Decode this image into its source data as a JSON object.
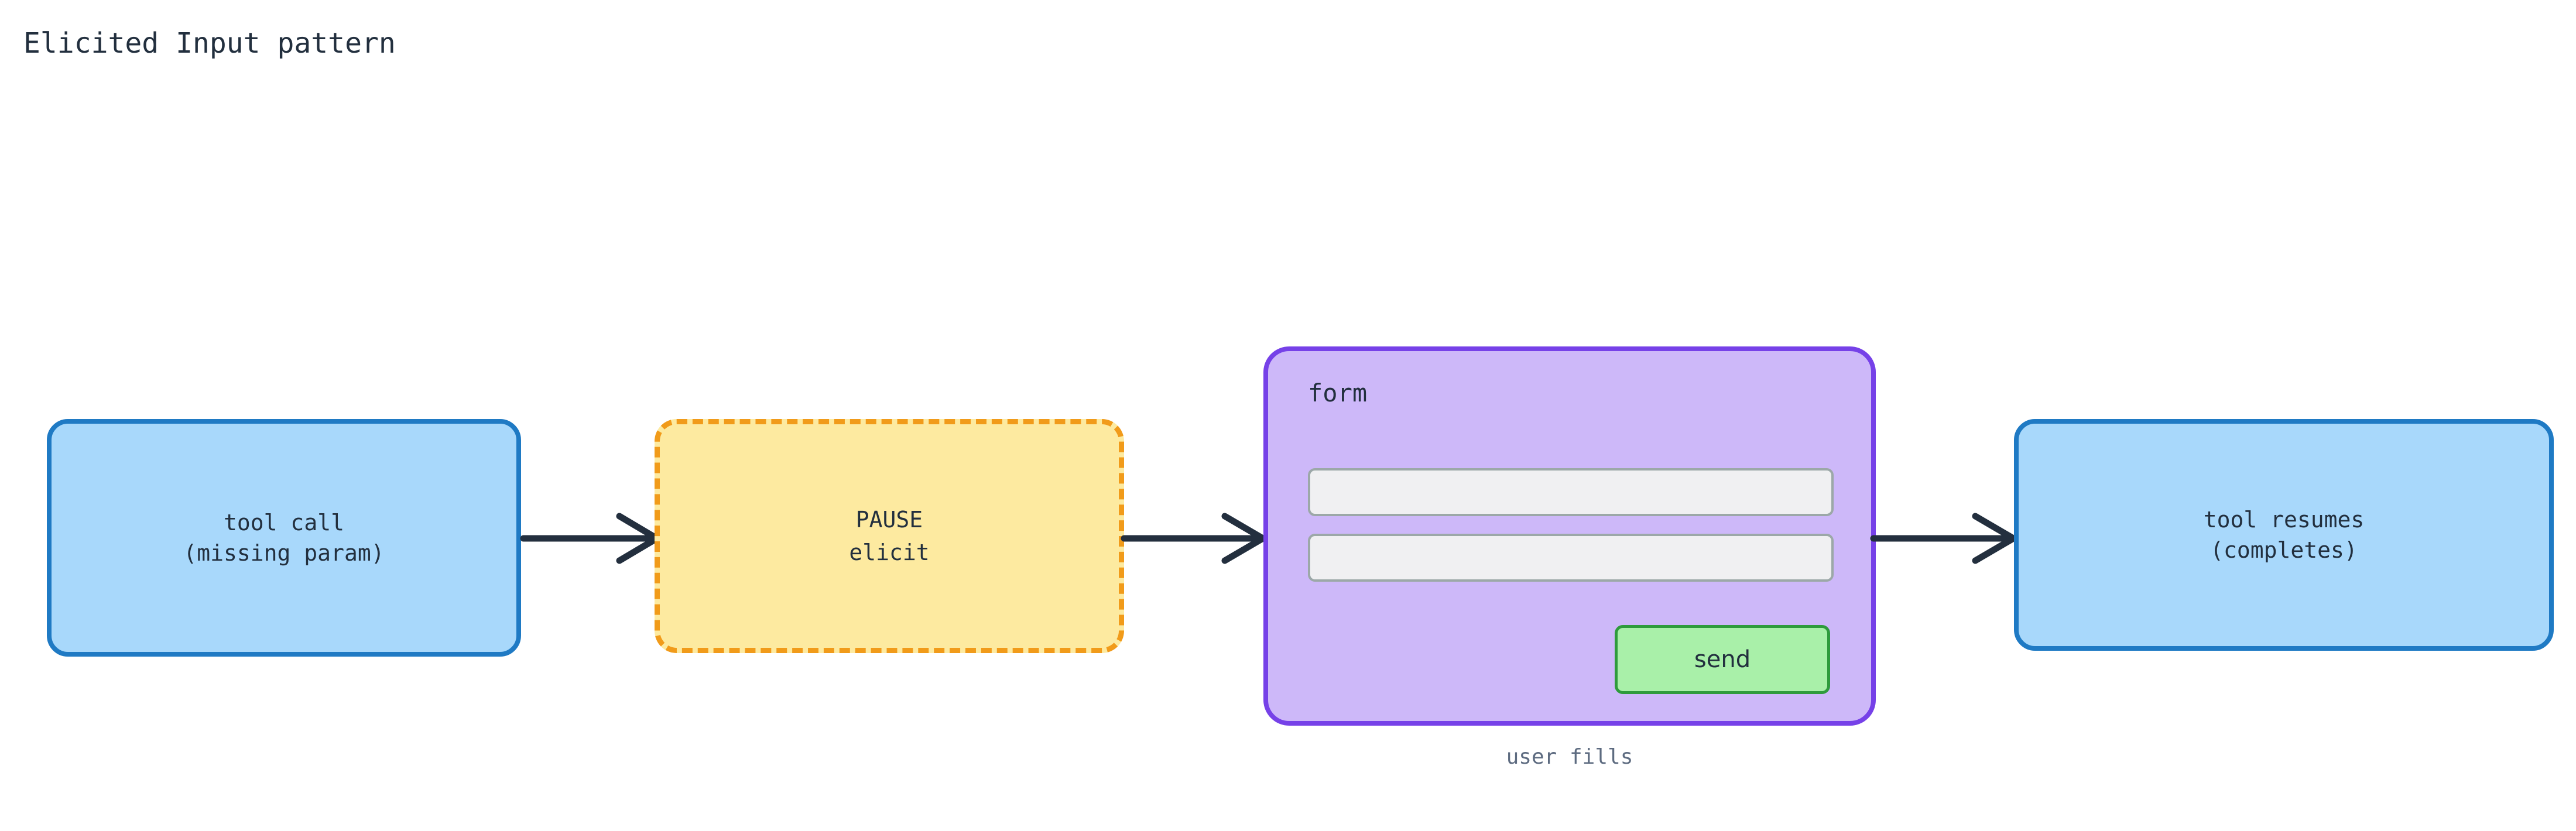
{
  "title": "Elicited Input pattern",
  "colors": {
    "background": "#ffffff",
    "text": "#222f3e",
    "blue_fill": "#a8d8fb",
    "blue_border": "#1f7ac4",
    "pause_fill": "#fdeaa0",
    "pause_border": "#f19b1a",
    "form_fill": "#cdb8f9",
    "form_border": "#7641e8",
    "field_fill": "#f0f0f2",
    "field_border": "#9ca8a8",
    "send_fill": "#a9f0a9",
    "send_border": "#2e9b3c",
    "arrow": "#232f3e",
    "caption": "#5d6b80"
  },
  "nodes": {
    "tool_call": {
      "line1": "tool call",
      "line2": "(missing param)"
    },
    "pause": {
      "line1": "PAUSE",
      "line2": "elicit"
    },
    "form": {
      "title": "form",
      "fields": [
        {
          "value": "",
          "placeholder": ""
        },
        {
          "value": "",
          "placeholder": ""
        }
      ],
      "send_label": "send",
      "caption": "user fills"
    },
    "tool_resumes": {
      "line1": "tool resumes",
      "line2": "(completes)"
    }
  },
  "edges": [
    {
      "from": "tool_call",
      "to": "pause",
      "label": ""
    },
    {
      "from": "pause",
      "to": "form",
      "label": ""
    },
    {
      "from": "form",
      "to": "tool_resumes",
      "label": ""
    }
  ]
}
